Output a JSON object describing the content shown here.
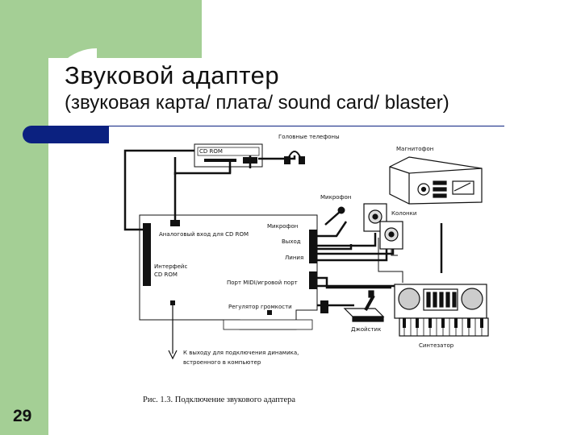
{
  "slide": {
    "title": "Звуковой адаптер",
    "subtitle": "(звуковая карта/ плата/ sound card/ blaster)",
    "number": "29"
  },
  "diagram": {
    "labels": {
      "cd_rom": "CD ROM",
      "headphones": "Головные телефоны",
      "tape_recorder": "Магнитофон",
      "microphone_device": "Микрофон",
      "speakers": "Колонки",
      "analog_input": "Аналоговый вход для CD ROM",
      "port_microphone": "Микрофон",
      "port_output": "Выход",
      "port_line": "Линия",
      "cd_interface_line1": "Интерфейс",
      "cd_interface_line2": "CD ROM",
      "midi_port": "Порт MIDI/игровой порт",
      "volume_control": "Регулятор громкости",
      "joystick": "Джойстик",
      "synthesizer": "Синтезатор",
      "pc_speaker_line1": "К выходу для подключения динамика,",
      "pc_speaker_line2": "встроенного в компьютер"
    },
    "caption": "Рис. 1.3. Подключение звукового адаптера"
  }
}
